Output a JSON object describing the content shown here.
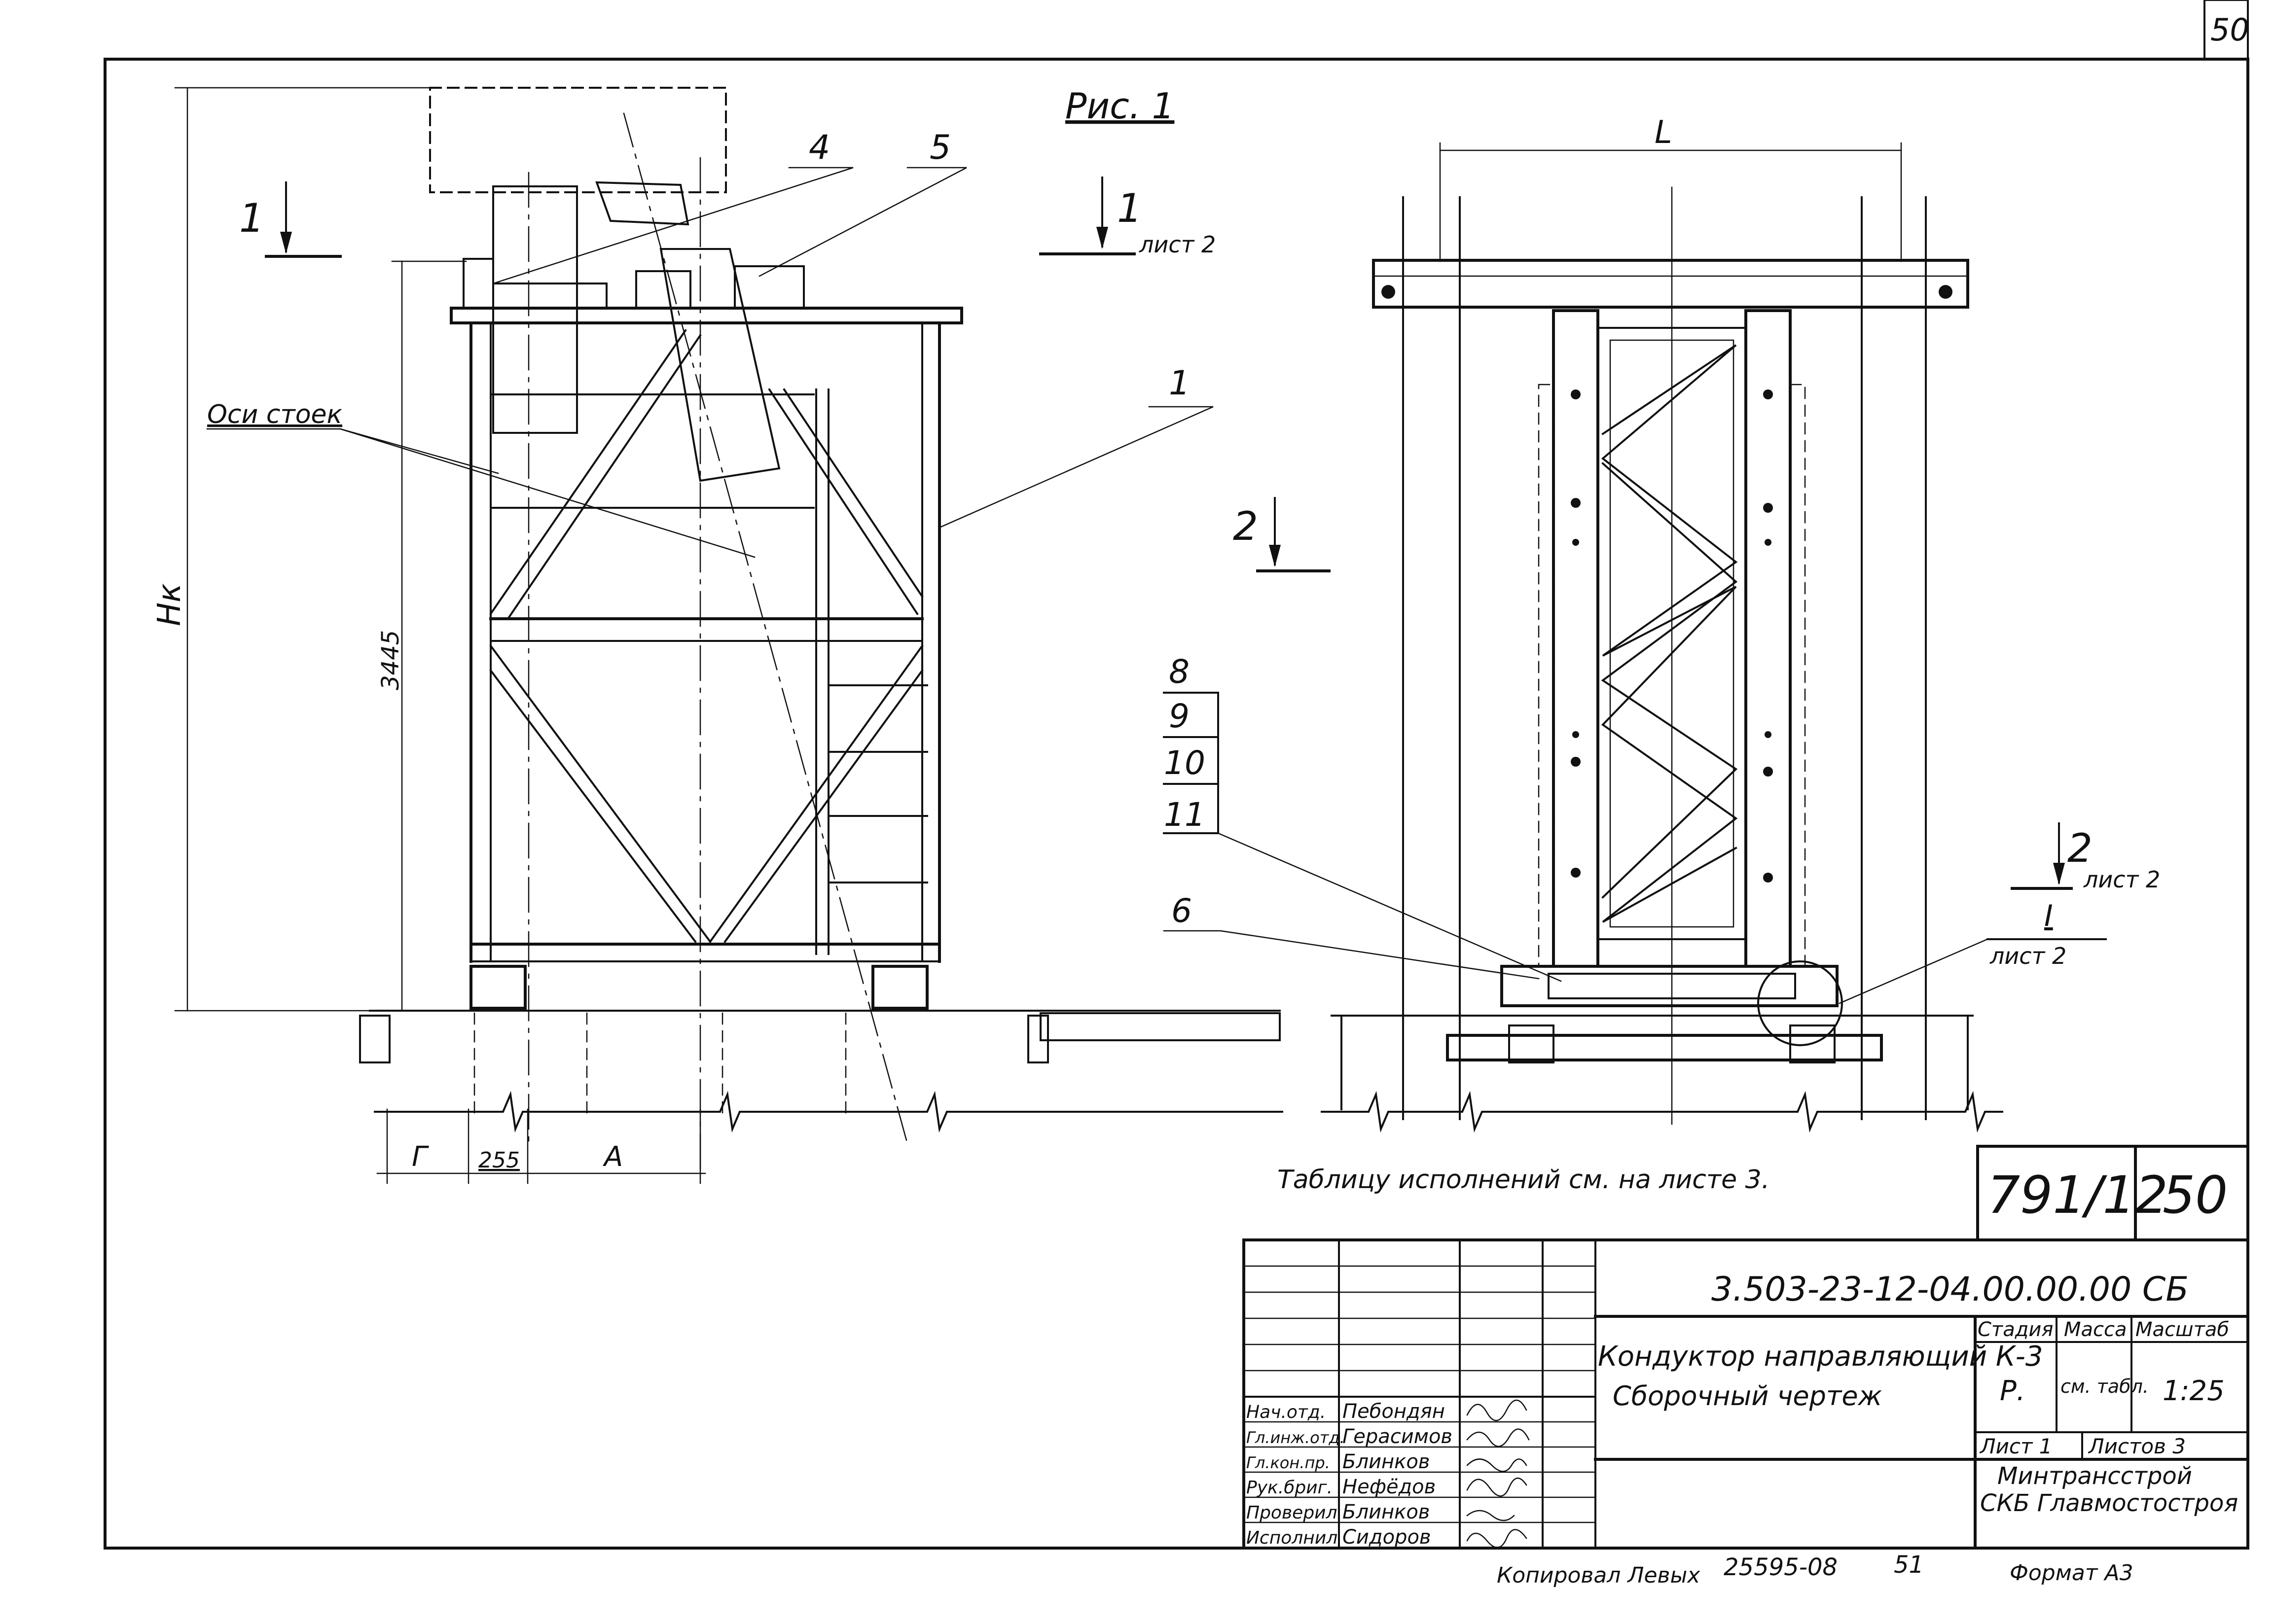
{
  "page": {
    "number": "50",
    "figure_title": "Рис. 1"
  },
  "views": {
    "section_1_left": "1",
    "section_1_right": "1",
    "section_1_sheet": "лист 2",
    "section_2_left": "2",
    "section_2_right": "2",
    "section_2_sheet": "лист 2",
    "detail_mark": "I",
    "detail_sheet": "лист 2",
    "axes_label": "Оси стоек",
    "dim_height": "Нк",
    "dim_3445": "3445",
    "dim_L": "L",
    "dim_G": "Г",
    "dim_255": "255",
    "dim_A": "А"
  },
  "callouts": [
    "1",
    "4",
    "5",
    "6",
    "8",
    "9",
    "10",
    "11"
  ],
  "note": "Таблицу исполнений   см. на листе 3.",
  "stamp": {
    "doc_number": "791/12",
    "sheet_top": "50",
    "designation": "3.503-23-12-04.00.00.00 СБ",
    "name_line1": "Кондуктор направляющий К-3",
    "name_line2": "Сборочный    чертеж",
    "stage_header": "Стадия",
    "mass_header": "Масса",
    "scale_header": "Масштаб",
    "stage_value": "Р.",
    "mass_value": "см. табл.",
    "scale_value": "1:25",
    "sheet_label": "Лист 1",
    "sheets_label": "Листов 3",
    "org_line1": "Минтрансстрой",
    "org_line2": "СКБ Главмостостроя",
    "people": [
      {
        "role": "Нач.отд.",
        "name": "Пебондян"
      },
      {
        "role": "Гл.инж.отд.",
        "name": "Герасимов"
      },
      {
        "role": "Гл.кон.пр.",
        "name": "Блинков"
      },
      {
        "role": "Рук.бриг.",
        "name": "Нефёдов"
      },
      {
        "role": "Проверил",
        "name": "Блинков"
      },
      {
        "role": "Исполнил",
        "name": "Сидоров"
      }
    ]
  },
  "footer": {
    "copied": "Копировал  Левых",
    "order": "25595-08",
    "num": "51",
    "format": "Формат А3"
  }
}
